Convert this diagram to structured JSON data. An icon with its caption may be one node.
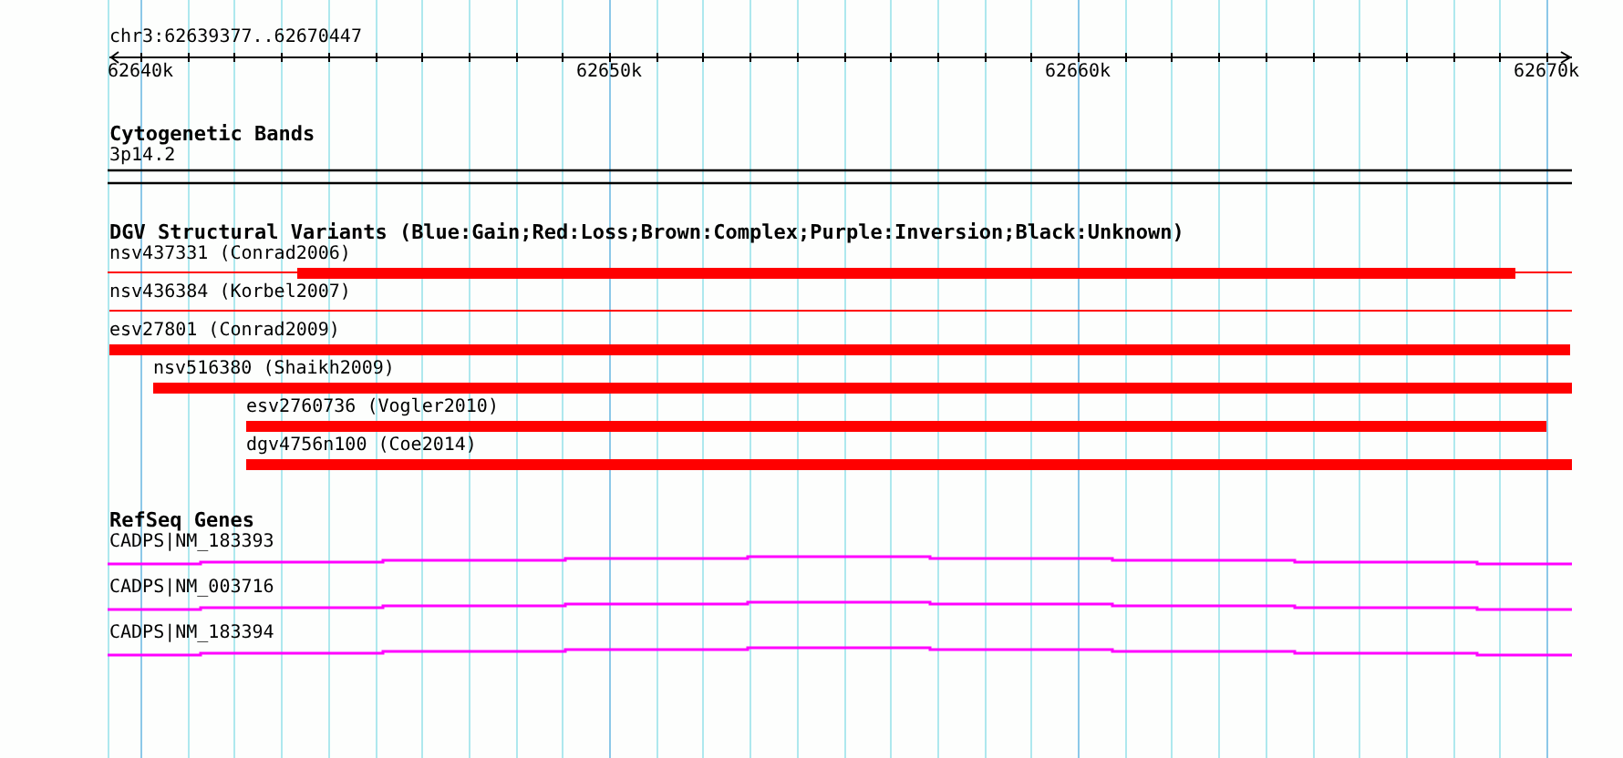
{
  "diagram": {
    "labels": [
      "chr3:62639377..62670447",
      "62640k",
      "62650k",
      "62660k",
      "62670k",
      "Cytogenetic Bands",
      "3p14.2",
      "DGV Structural Variants (Blue:Gain;Red:Loss;Brown:Complex;Purple:Inversion;Black:Unknown)",
      "nsv437331 (Conrad2006)",
      "nsv436384 (Korbel2007)",
      "esv27801 (Conrad2009)",
      "nsv516380 (Shaikh2009)",
      "esv2760736 (Vogler2010)",
      "dgv4756n100 (Coe2014)",
      "RefSeq Genes",
      "CADPS|NM_183393",
      "CADPS|NM_003716",
      "CADPS|NM_183394"
    ]
  }
}
